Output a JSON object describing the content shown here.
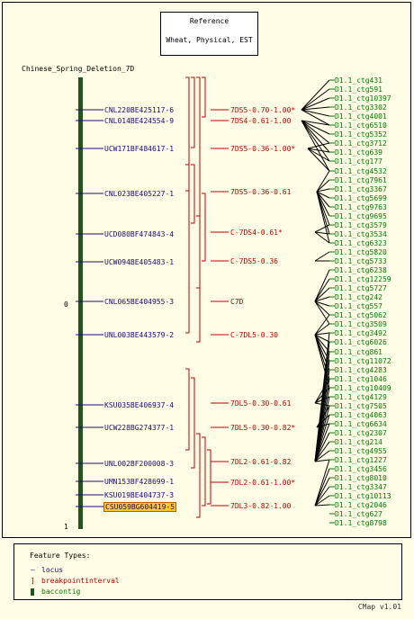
{
  "reference": {
    "title": "Reference",
    "subtitle": "Wheat, Physical, EST"
  },
  "map_title": "Chinese_Spring_Deletion_7D",
  "ticks": {
    "top": "0",
    "bottom": "1"
  },
  "loci": [
    "CNL220BE425117-6",
    "CNL014BE424554-9",
    "UCW171BF484617-1",
    "CNL023BE405227-1",
    "UCD080BF474843-4",
    "UCW094BE405483-1",
    "CNL065BE404955-3",
    "UNL003BE443579-2",
    "KSU035BE406937-4",
    "UCW228BG274377-1",
    "UNL002BF200008-3",
    "UMN153BF428699-1",
    "KSU019BE404737-3",
    "CSU059BG604419-5"
  ],
  "intervals": [
    "7DS5-0.70-1.00*",
    "7DS4-0.61-1.00",
    "7DS5-0.36-1.00*",
    "7DS5-0.36-0.61",
    "C-7DS4-0.61*",
    "C-7DS5-0.36",
    "C7D",
    "C-7DL5-0.30",
    "7DL5-0.30-0.61",
    "7DL5-0.30-0.82*",
    "7DL2-0.61-0.82",
    "7DL2-0.61-1.00*",
    "7DL3-0.82-1.00"
  ],
  "contigs": [
    "D1.1_ctg431",
    "D1.1_ctg591",
    "D1.1_ctg10397",
    "D1.1_ctg3302",
    "D1.1_ctg4001",
    "D1.1_ctg6510",
    "D1.1_ctg5352",
    "D1.1_ctg3712",
    "D1.1_ctg639",
    "D1.1_ctg177",
    "D1.1_ctg4532",
    "D1.1_ctg7961",
    "D1.1_ctg3367",
    "D1.1_ctg5699",
    "D1.1_ctg9763",
    "D1.1_ctg9695",
    "D1.1_ctg3579",
    "D1.1_ctg3534",
    "D1.1_ctg6323",
    "D1.1_ctg5820",
    "D1.1_ctg5733",
    "D1.1_ctg6238",
    "D1.1_ctg12259",
    "D1.1_ctg5727",
    "D1.1_ctg242",
    "D1.1_ctg557",
    "D1.1_ctg5062",
    "D1.1_ctg3509",
    "D1.1_ctg3492",
    "D1.1_ctg6026",
    "D1.1_ctg861",
    "D1.1_ctg11072",
    "D1.1_ctg4283",
    "D1.1_ctg1046",
    "D1.1_ctg10409",
    "D1.1_ctg4129",
    "D1.1_ctg7505",
    "D1.1_ctg4063",
    "D1.1_ctg6634",
    "D1.1_ctg2307",
    "D1.1_ctg214",
    "D1.1_ctg4955",
    "D1.1_ctg1227",
    "D1.1_ctg3456",
    "D1.1_ctg8010",
    "D1.1_ctg3347",
    "D1.1_ctg10113",
    "D1.1_ctg2046",
    "D1.1_ctg627",
    "D1.1_ctg8798"
  ],
  "legend": {
    "heading": "Feature Types:",
    "items": [
      "locus",
      "breakpointinterval",
      "baccontig"
    ]
  },
  "version": "CMap v1.01",
  "colors": {
    "locus": "#1c0a7a",
    "interval": "#c00000",
    "contig": "#008000",
    "highlight": "#ffc829",
    "bar": "#205620"
  }
}
